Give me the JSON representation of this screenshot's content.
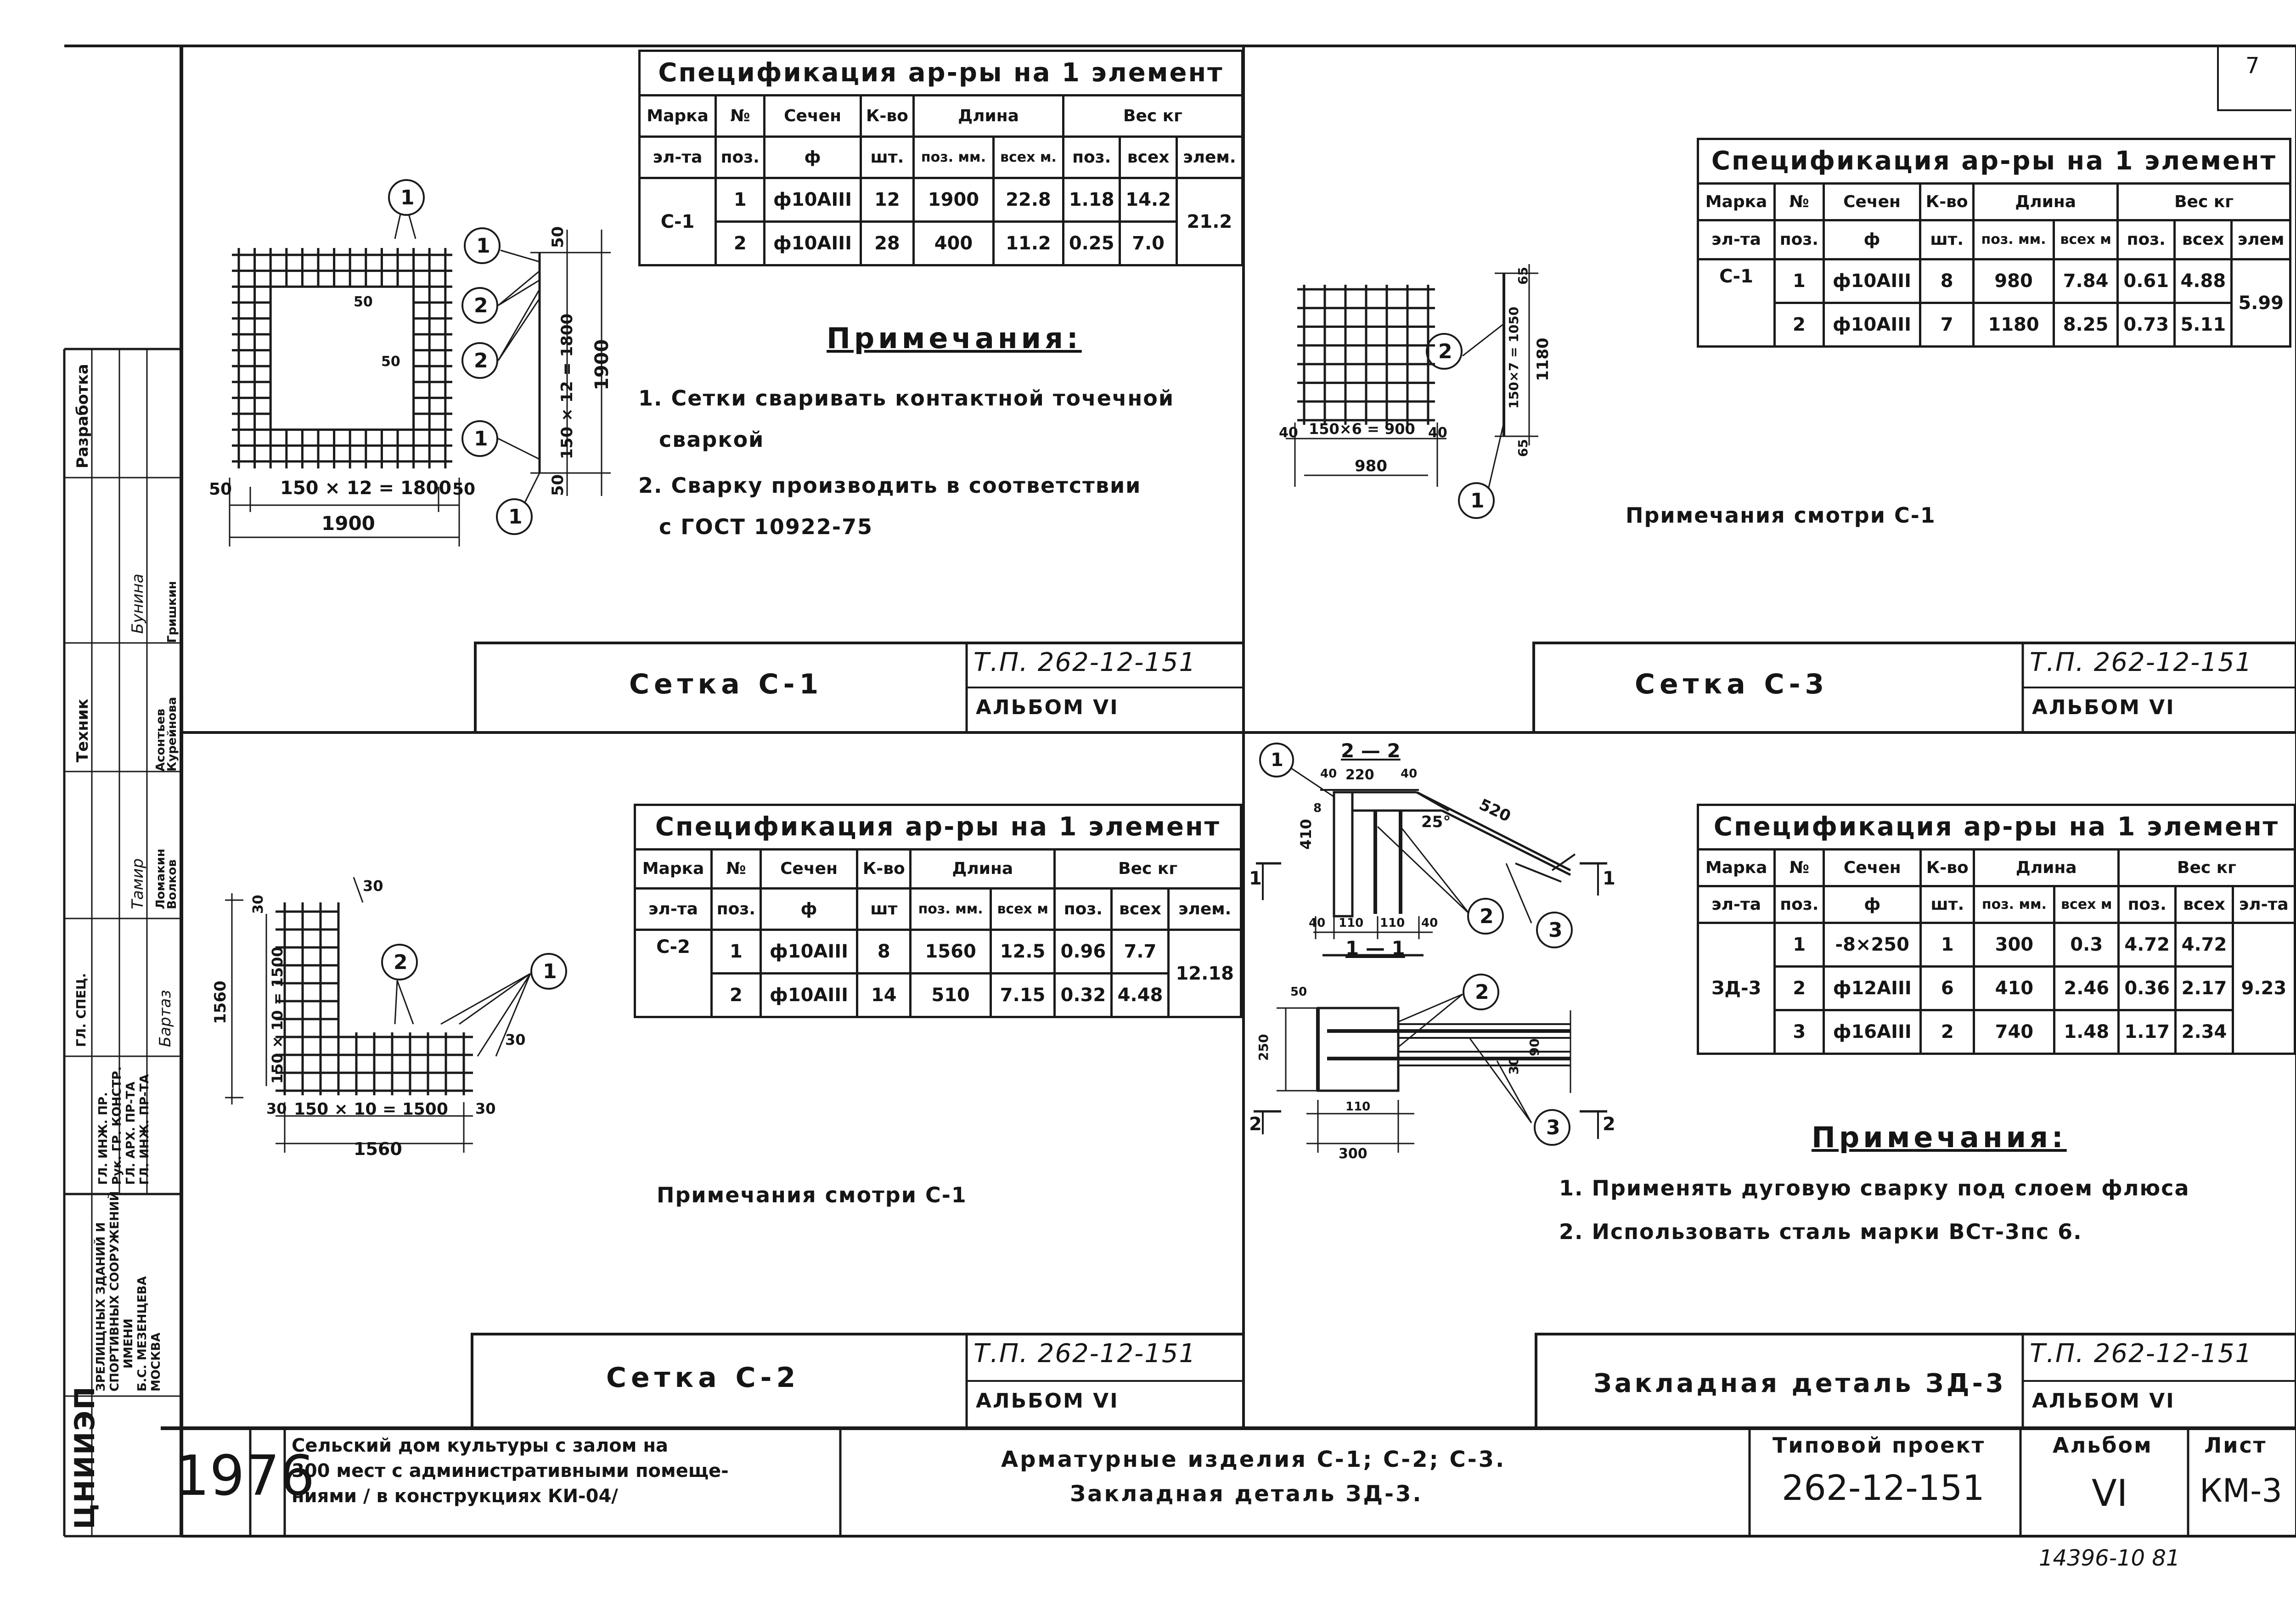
{
  "sheet_number_tab": "7",
  "panel1": {
    "spec": {
      "title": "Спецификация ар-ры на 1 элемент",
      "headers": {
        "marka_top": "Марка",
        "marka_bottom": "эл-та",
        "no_top": "№",
        "no_bottom": "поз.",
        "sechen": "Сечен",
        "sechen_sym": "ф",
        "kvo": "К-во",
        "kvo_unit": "шт.",
        "dlina": "Длина",
        "dlina_poz": "поз. мм.",
        "dlina_vseh": "всех м.",
        "ves": "Вес кг",
        "ves_poz": "поз.",
        "ves_vseh": "всех",
        "ves_elem": "элем."
      },
      "element": "С-1",
      "total": "21.2",
      "rows": [
        {
          "no": "1",
          "sechen": "ф10АIII",
          "kvo": "12",
          "dl_poz": "1900",
          "dl_vseh": "22.8",
          "v_poz": "1.18",
          "v_vseh": "14.2"
        },
        {
          "no": "2",
          "sechen": "ф10АIII",
          "kvo": "28",
          "dl_poz": "400",
          "dl_vseh": "11.2",
          "v_poz": "0.25",
          "v_vseh": "7.0"
        }
      ]
    },
    "notes_title": "Примечания:",
    "notes": [
      "1. Сетки сваривать контактной точечной",
      "сваркой",
      "2. Сварку производить в соответствии",
      "с ГОСТ 10922-75"
    ],
    "dims": {
      "total_w": "1900",
      "inner_w": "150 × 12 = 1800",
      "side": "50",
      "total_h": "1900",
      "inner_h": "150 × 12 = 1800",
      "gap": "50"
    },
    "callouts": [
      "1",
      "1",
      "2",
      "2",
      "1",
      "1"
    ],
    "frame_title": "Сетка С-1",
    "tp": "Т.П. 262-12-151",
    "album": "АЛЬБОМ VI"
  },
  "panel2": {
    "spec": {
      "title": "Спецификация ар-ры на 1 элемент",
      "headers": {
        "marka_top": "Марка",
        "marka_bottom": "эл-та",
        "no_top": "№",
        "no_bottom": "поз.",
        "sechen": "Сечен",
        "sechen_sym": "ф",
        "kvo": "К-во",
        "kvo_unit": "шт.",
        "dlina": "Длина",
        "dlina_poz": "поз. мм.",
        "dlina_vseh": "всех м",
        "ves": "Вес кг",
        "ves_poz": "поз.",
        "ves_vseh": "всех",
        "ves_elem": "элем"
      },
      "element": "С-1",
      "total": "5.99",
      "rows": [
        {
          "no": "1",
          "sechen": "ф10АIII",
          "kvo": "8",
          "dl_poz": "980",
          "dl_vseh": "7.84",
          "v_poz": "0.61",
          "v_vseh": "4.88"
        },
        {
          "no": "2",
          "sechen": "ф10АIII",
          "kvo": "7",
          "dl_poz": "1180",
          "dl_vseh": "8.25",
          "v_poz": "0.73",
          "v_vseh": "5.11"
        }
      ]
    },
    "notes": "Примечания смотри С-1",
    "dims": {
      "w": "150×6 = 900",
      "total_w": "980",
      "side": "40",
      "h": "150×7 = 1050",
      "total_h": "1180",
      "top": "65",
      "bottom": "65"
    },
    "callouts": [
      "2",
      "1"
    ],
    "frame_title": "Сетка С-3",
    "tp": "Т.П. 262-12-151",
    "album": "АЛЬБОМ VI"
  },
  "panel3": {
    "spec": {
      "title": "Спецификация ар-ры на 1 элемент",
      "headers": {
        "marka_top": "Марка",
        "marka_bottom": "эл-та",
        "no_top": "№",
        "no_bottom": "поз.",
        "sechen": "Сечен",
        "sechen_sym": "ф",
        "kvo": "К-во",
        "kvo_unit": "шт",
        "dlina": "Длина",
        "dlina_poz": "поз. мм.",
        "dlina_vseh": "всех м",
        "ves": "Вес кг",
        "ves_poz": "поз.",
        "ves_vseh": "всех",
        "ves_elem": "элем."
      },
      "element": "С-2",
      "total": "12.18",
      "rows": [
        {
          "no": "1",
          "sechen": "ф10АIII",
          "kvo": "8",
          "dl_poz": "1560",
          "dl_vseh": "12.5",
          "v_poz": "0.96",
          "v_vseh": "7.7"
        },
        {
          "no": "2",
          "sechen": "ф10АIII",
          "kvo": "14",
          "dl_poz": "510",
          "dl_vseh": "7.15",
          "v_poz": "0.32",
          "v_vseh": "4.48"
        }
      ]
    },
    "notes": "Примечания смотри С-1",
    "dims": {
      "w": "150 × 10 = 1500",
      "total_w": "1560",
      "side": "30",
      "h": "150 × 10 = 1500",
      "total_h": "1560"
    },
    "callouts": [
      "2",
      "1"
    ],
    "frame_title": "Сетка С-2",
    "tp": "Т.П. 262-12-151",
    "album": "АЛЬБОМ VI"
  },
  "panel4": {
    "spec": {
      "title": "Спецификация ар-ры на 1 элемент",
      "headers": {
        "marka_top": "Марка",
        "marka_bottom": "эл-та",
        "no_top": "№",
        "no_bottom": "поз.",
        "sechen": "Сечен",
        "sechen_sym": "ф",
        "kvo": "К-во",
        "kvo_unit": "шт.",
        "dlina": "Длина",
        "dlina_poz": "поз. мм.",
        "dlina_vseh": "всех м",
        "ves": "Вес кг",
        "ves_poz": "поз.",
        "ves_vseh": "всех",
        "ves_elem": "эл-та"
      },
      "element": "ЗД-3",
      "total": "9.23",
      "rows": [
        {
          "no": "1",
          "sechen": "-8×250",
          "kvo": "1",
          "dl_poz": "300",
          "dl_vseh": "0.3",
          "v_poz": "4.72",
          "v_vseh": "4.72"
        },
        {
          "no": "2",
          "sechen": "ф12АIII",
          "kvo": "6",
          "dl_poz": "410",
          "dl_vseh": "2.46",
          "v_poz": "0.36",
          "v_vseh": "2.17"
        },
        {
          "no": "3",
          "sechen": "ф16АIII",
          "kvo": "2",
          "dl_poz": "740",
          "dl_vseh": "1.48",
          "v_poz": "1.17",
          "v_vseh": "2.34"
        }
      ]
    },
    "notes_title": "Примечания:",
    "notes": [
      "1. Применять дуговую сварку под слоем флюса",
      "2. Использовать сталь марки ВСт-3пс 6."
    ],
    "section_22": "2 — 2",
    "section_11": "1 — 1",
    "dims": {
      "d220": "220",
      "d40a": "40",
      "d40b": "40",
      "d410": "410",
      "d8": "8",
      "angle": "25°",
      "d520": "520",
      "d40c": "40",
      "d110a": "110",
      "d110b": "110",
      "d40d": "40",
      "d250": "250",
      "d50": "50",
      "d110c": "110",
      "d300": "300",
      "d30": "30",
      "d90": "90",
      "s1": "1",
      "s2": "2"
    },
    "callouts": [
      "1",
      "2",
      "3",
      "2",
      "3"
    ],
    "frame_title": "Закладная деталь ЗД-3",
    "tp": "Т.П. 262-12-151",
    "album": "АЛЬБОМ VI"
  },
  "left_strip": {
    "column1": [
      "Разработка",
      "Техник",
      "ГЛ. СПЕЦ."
    ],
    "signatures": [
      "Бунина",
      "Тамир",
      "Бартаз"
    ],
    "roles": [
      "ГЛ. ИНЖ. ПР.",
      "Рук. ГР. КОНСТР.",
      "ГЛ. АРХ. ПР-ТА",
      "ГЛ. ИНЖ. ПР-ТА"
    ],
    "names": [
      "Ломакин",
      "Волков",
      "Асонтьев",
      "Курейнова",
      "Гришкин"
    ],
    "org": [
      "ЗРЕЛИЩНЫХ ЗДАНИЙ И",
      "СПОРТИВНЫХ СООРУЖЕНИЙ",
      "ИМЕНИ",
      "Б.С. МЕЗЕНЦЕВА",
      "МОСКВА"
    ],
    "logo": "ЦНИИЭП"
  },
  "title_block": {
    "year": "1976",
    "object": [
      "Сельский дом культуры с залом на",
      "300 мест с административными помеще-",
      "ниями / в конструкциях КИ-04/"
    ],
    "name": [
      "Арматурные изделия С-1; С-2; С-3.",
      "Закладная деталь ЗД-3."
    ],
    "tp_label": "Типовой проект",
    "tp_value": "262-12-151",
    "album_label": "Альбом",
    "album_value": "VI",
    "sheet_label": "Лист",
    "sheet_value": "КМ-3"
  },
  "footer_number": "14396-10   81"
}
